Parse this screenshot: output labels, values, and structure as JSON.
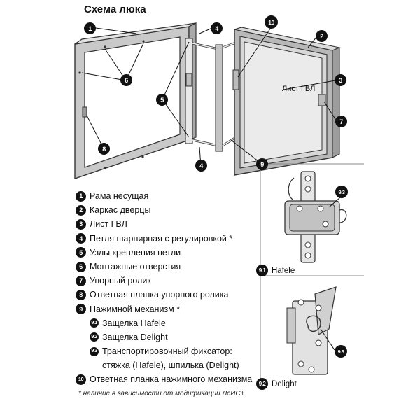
{
  "title": "Схема люка",
  "callouts": [
    "1",
    "2",
    "3",
    "4",
    "5",
    "6",
    "7",
    "8",
    "9",
    "10"
  ],
  "callout_sub": [
    "9.1",
    "9.2",
    "9.3"
  ],
  "panel_text": "Лист ГВЛ",
  "legend": [
    {
      "num": "1",
      "text": "Рама несущая"
    },
    {
      "num": "2",
      "text": "Каркас дверцы"
    },
    {
      "num": "3",
      "text": "Лист ГВЛ"
    },
    {
      "num": "4",
      "text": "Петля шарнирная с регулировкой *"
    },
    {
      "num": "5",
      "text": "Узлы крепления петли"
    },
    {
      "num": "6",
      "text": "Монтажные отверстия"
    },
    {
      "num": "7",
      "text": "Упорный ролик"
    },
    {
      "num": "8",
      "text": "Ответная планка упорного ролика"
    },
    {
      "num": "9",
      "text": "Нажимной механизм *"
    },
    {
      "num": "9.1",
      "text": "Защелка Hafele"
    },
    {
      "num": "9.2",
      "text": "Защелка Delight"
    },
    {
      "num": "9.3",
      "text": "Транспортировочный фиксатор:"
    },
    {
      "num": "",
      "text": "стяжка (Hafele), шпилька (Delight)"
    },
    {
      "num": "10",
      "text": "Ответная планка нажимного механизма"
    }
  ],
  "inset_labels": [
    {
      "num": "9.1",
      "text": "Hafele"
    },
    {
      "num": "9.2",
      "text": "Delight"
    }
  ],
  "footnote": "* наличие в зависимости от модификации ЛсИС+"
}
